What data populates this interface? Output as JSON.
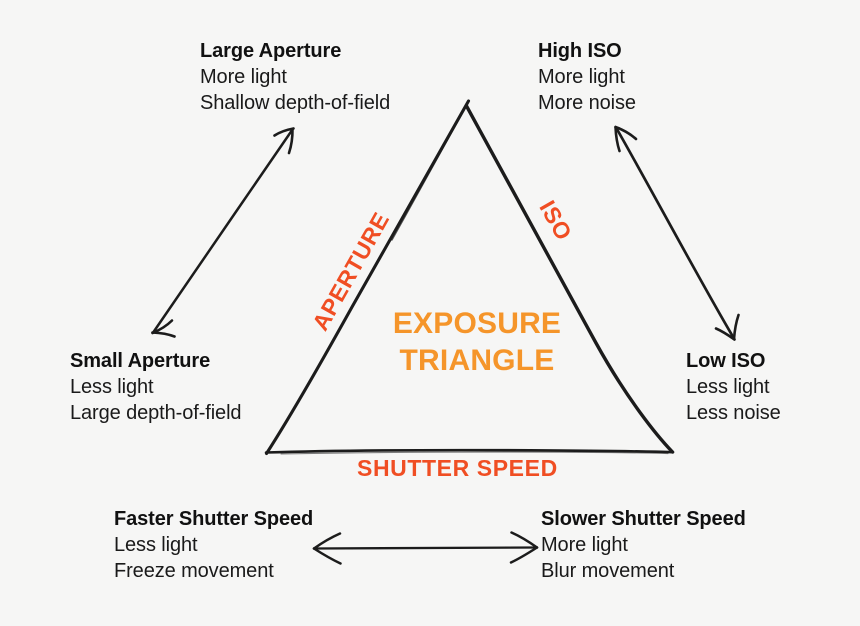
{
  "diagram": {
    "title": "Exposure Triangle",
    "background_color": "#f6f6f5",
    "ink_color": "#1a1a1a",
    "accent_side_color": "#f04e23",
    "accent_center_color": "#f5952a"
  },
  "center": {
    "line1": "EXPOSURE",
    "line2": "TRIANGLE"
  },
  "sides": {
    "aperture": "APERTURE",
    "iso": "ISO",
    "shutter_speed": "SHUTTER SPEED"
  },
  "corners": {
    "large_aperture": {
      "title": "Large Aperture",
      "line1": "More light",
      "line2": "Shallow depth-of-field"
    },
    "high_iso": {
      "title": "High ISO",
      "line1": "More light",
      "line2": "More noise"
    },
    "small_aperture": {
      "title": "Small Aperture",
      "line1": "Less light",
      "line2": "Large depth-of-field"
    },
    "low_iso": {
      "title": "Low ISO",
      "line1": "Less light",
      "line2": "Less noise"
    },
    "faster_shutter": {
      "title": "Faster Shutter Speed",
      "line1": "Less light",
      "line2": "Freeze movement"
    },
    "slower_shutter": {
      "title": "Slower Shutter Speed",
      "line1": "More light",
      "line2": "Blur movement"
    }
  },
  "arrows": {
    "aperture_arrow": "double-headed-arrow",
    "iso_arrow": "double-headed-arrow",
    "shutter_arrow": "double-headed-arrow"
  }
}
